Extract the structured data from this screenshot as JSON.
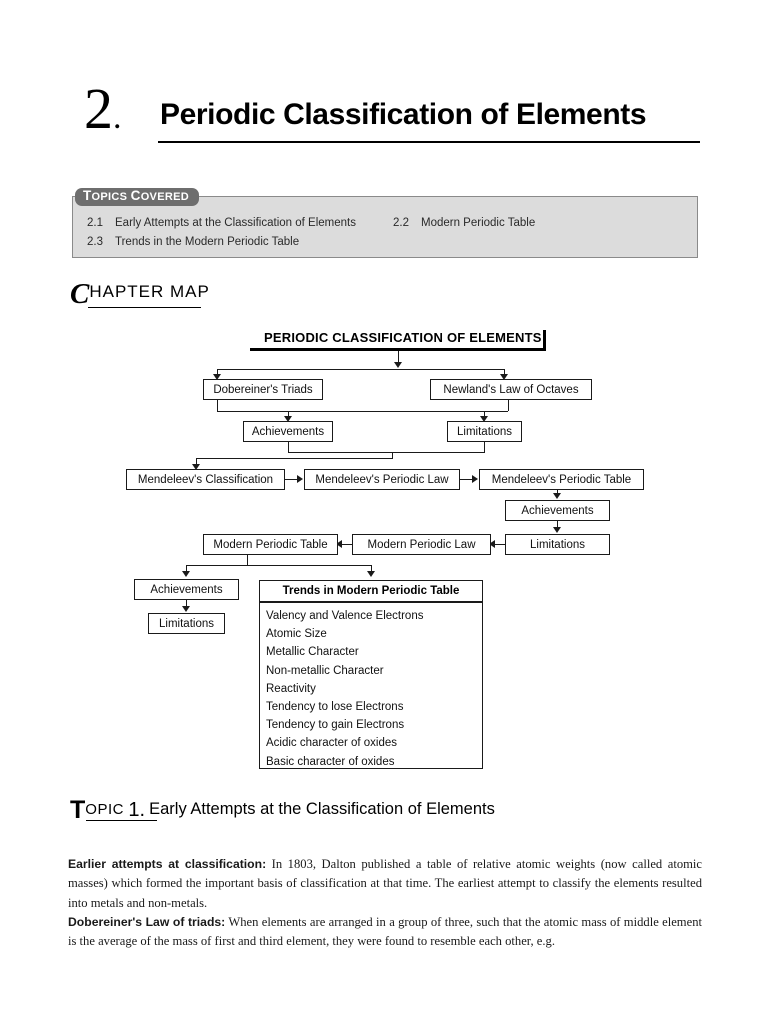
{
  "chapter": {
    "number": "2",
    "title": "Periodic Classification of Elements"
  },
  "topics_covered": {
    "tab_label_part1": "T",
    "tab_label_rest1": "OPICS ",
    "tab_label_part2": "C",
    "tab_label_rest2": "OVERED",
    "items": [
      {
        "num": "2.1",
        "label": "Early Attempts at the Classification of Elements"
      },
      {
        "num": "2.2",
        "label": "Modern Periodic Table"
      },
      {
        "num": "2.3",
        "label": "Trends in the Modern Periodic Table"
      }
    ]
  },
  "chapter_map": {
    "head_initial": "C",
    "head_rest": "HAPTER MAP",
    "title": "PERIODIC CLASSIFICATION OF ELEMENTS",
    "nodes": {
      "dobereiner_triads": "Dobereiner's Triads",
      "newlands_law": "Newland's Law of Octaves",
      "achievements_1": "Achievements",
      "limitations_1": "Limitations",
      "mendeleev_classification": "Mendeleev's Classification",
      "mendeleev_periodic_law": "Mendeleev's Periodic Law",
      "mendeleev_periodic_table": "Mendeleev's Periodic Table",
      "achievements_2": "Achievements",
      "limitations_2": "Limitations",
      "modern_periodic_table": "Modern Periodic Table",
      "modern_periodic_law": "Modern Periodic Law",
      "achievements_3": "Achievements",
      "limitations_3": "Limitations"
    },
    "trends": {
      "title": "Trends in Modern Periodic Table",
      "items": [
        "Valency and Valence Electrons",
        "Atomic Size",
        "Metallic Character",
        "Non-metallic Character",
        "Reactivity",
        "Tendency to lose Electrons",
        "Tendency to gain Electrons",
        "Acidic character of oxides",
        "Basic character of oxides"
      ]
    }
  },
  "topic_section": {
    "label_initial": "T",
    "label_rest": "OPIC",
    "number": "1.",
    "name": "Early Attempts at the Classification of Elements",
    "paragraphs": [
      {
        "lead": "Earlier attempts at classification:",
        "body": " In 1803, Dalton published a table of relative atomic weights (now called atomic masses) which formed the important basis of classification at that time. The earliest attempt to classify the elements resulted into metals and non-metals."
      },
      {
        "lead": "Dobereiner's Law of triads:",
        "body": " When elements are arranged in a group of three, such that the atomic mass of middle element is the average of the mass of first and third element, they were found to resemble each other, e.g."
      }
    ]
  }
}
